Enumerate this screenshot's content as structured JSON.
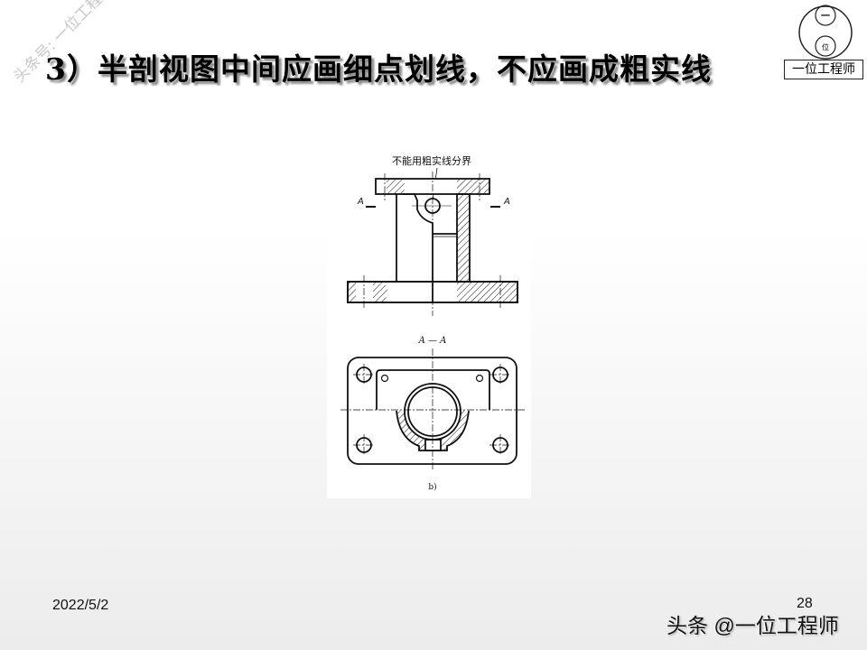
{
  "slide": {
    "title": "3）半剖视图中间应画细点划线，不应画成粗实线",
    "date": "2022/5/2",
    "page_number": "28"
  },
  "figure": {
    "callout": "不能用粗实线分界",
    "section_mark_left": "A",
    "section_mark_right": "A",
    "section_label": "A — A",
    "caption": "b)"
  },
  "watermarks": {
    "diagonal": "头条号: 一位工程师",
    "logo_text": "一位工程师",
    "logo_char_top": "一",
    "logo_char_bottom": "位",
    "footer": "头条 @一位工程师"
  }
}
